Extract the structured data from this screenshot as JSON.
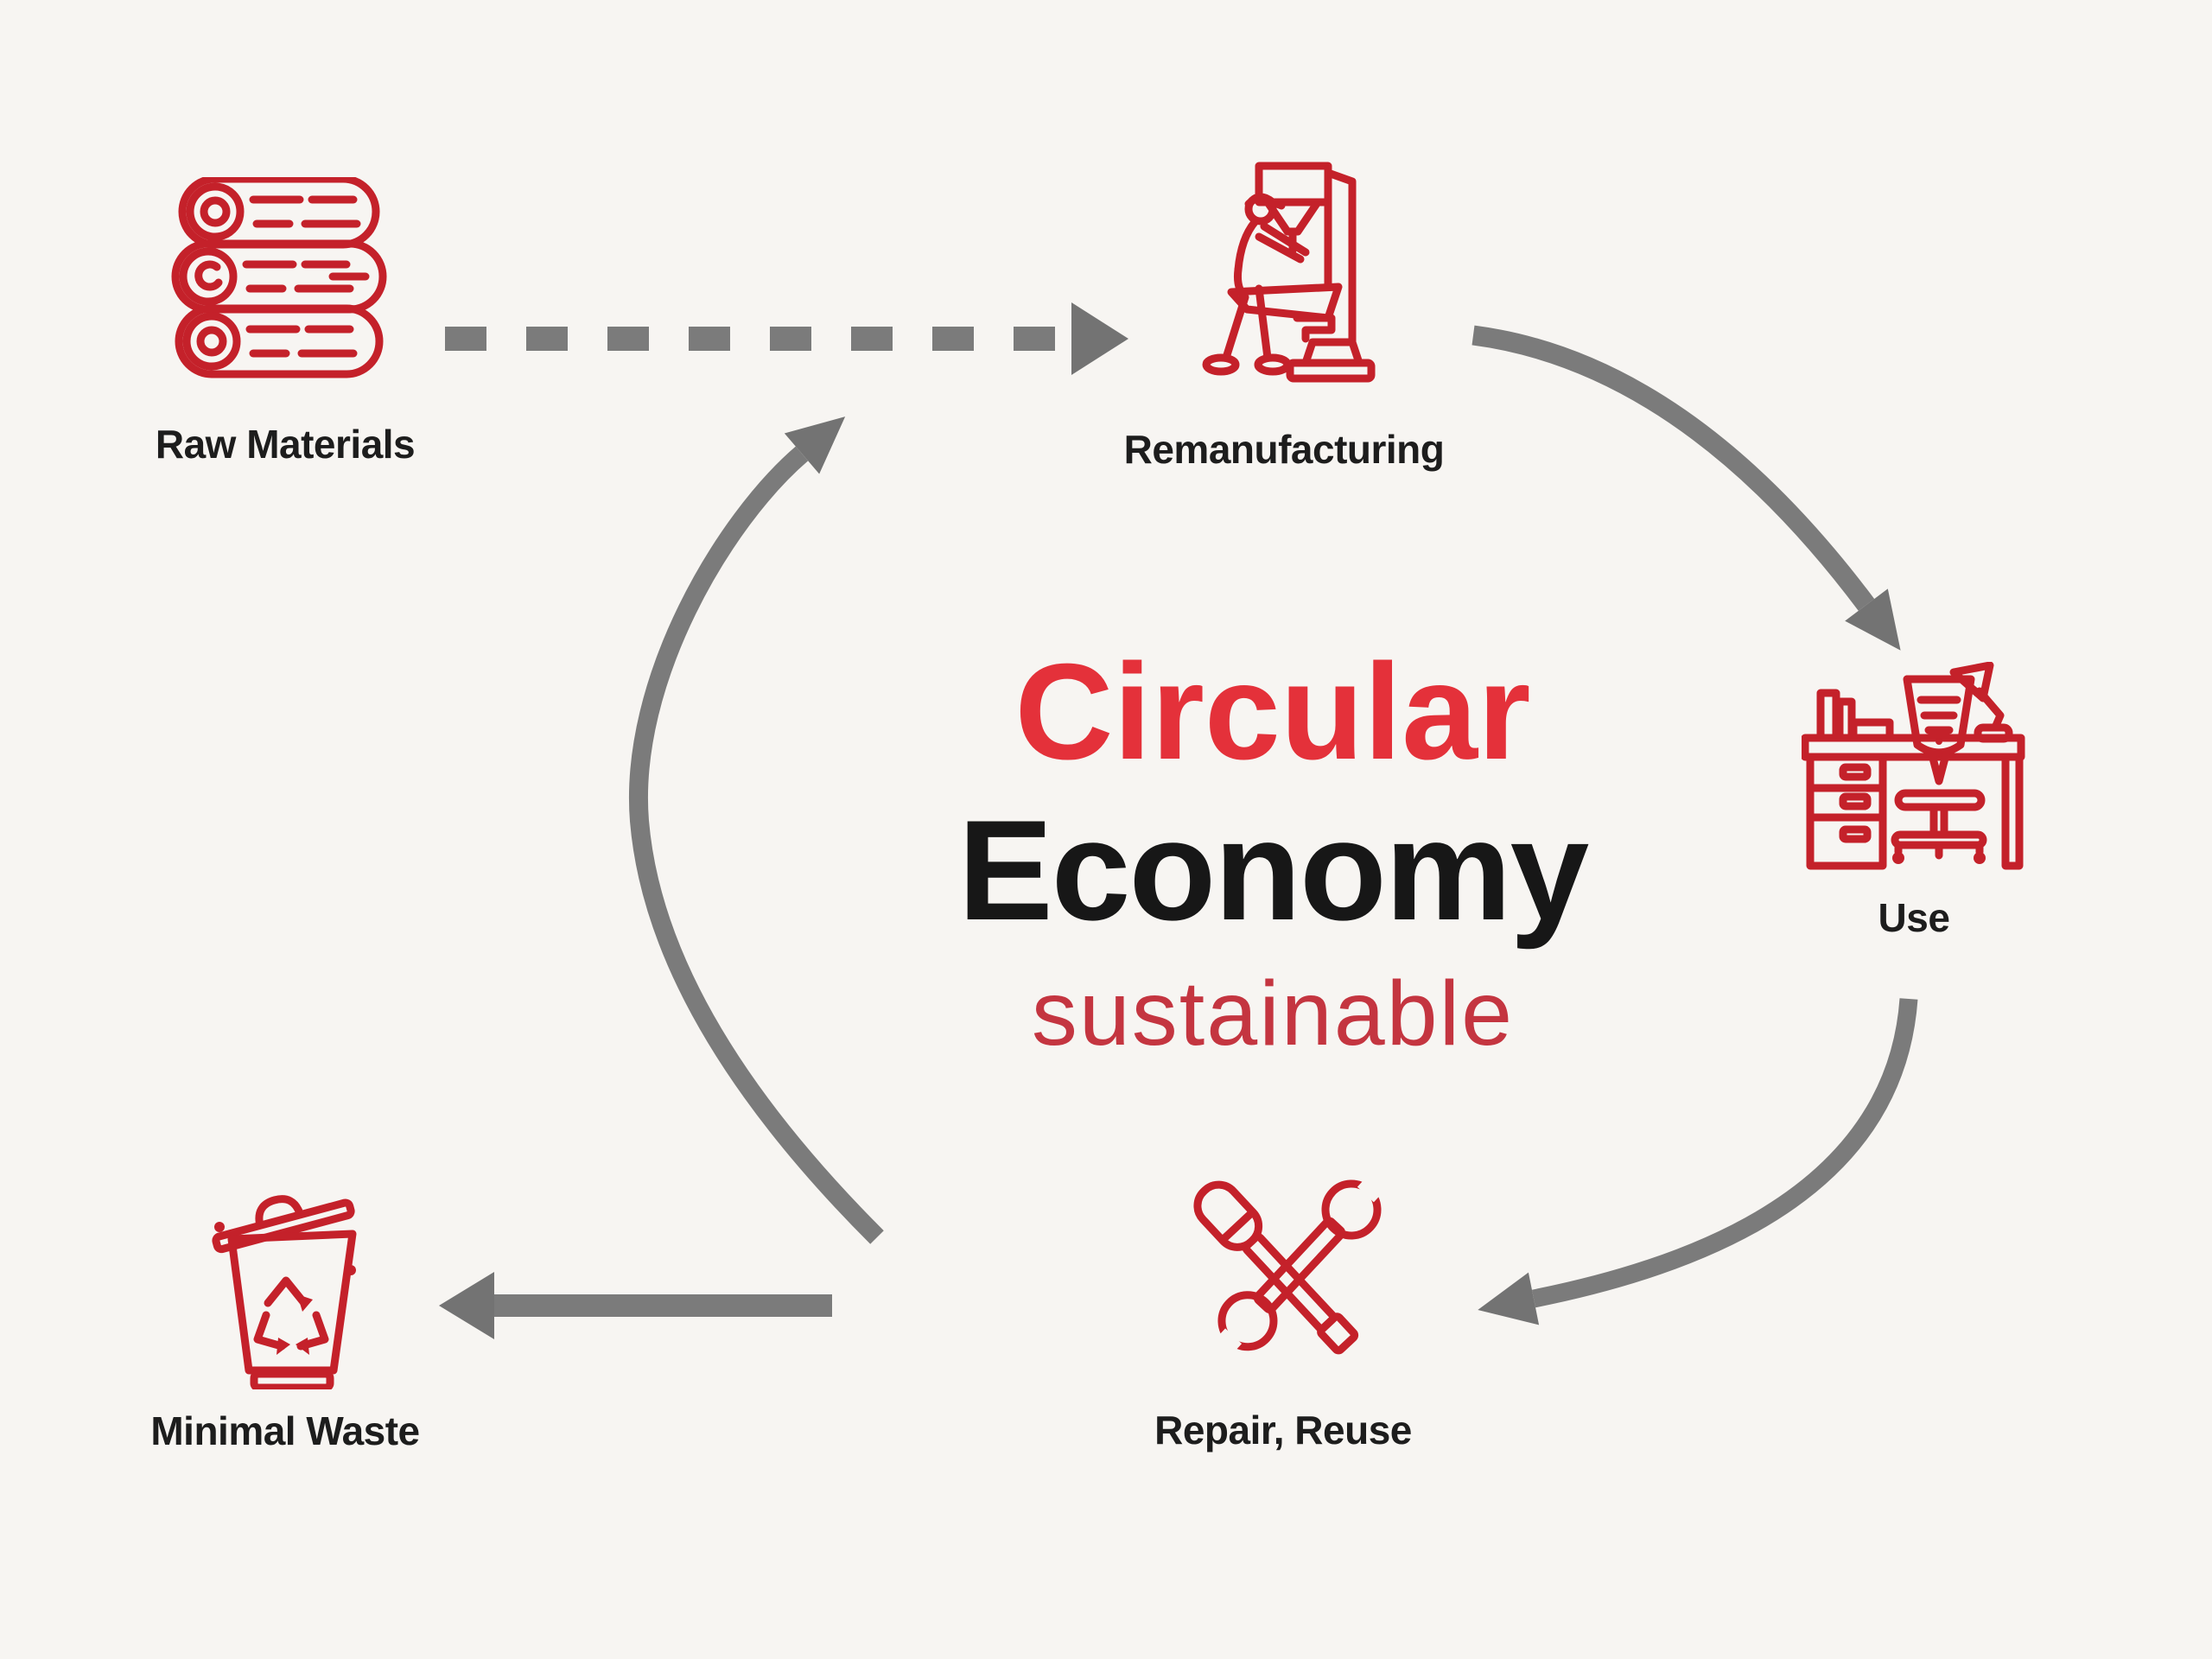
{
  "title": {
    "line1": "Circular",
    "line2": "Economy",
    "line3": "sustainable"
  },
  "nodes": [
    {
      "id": "raw-materials",
      "label": "Raw Materials",
      "icon": "logs-icon"
    },
    {
      "id": "remanufacturing",
      "label": "Remanufacturing",
      "icon": "worker-machine-icon"
    },
    {
      "id": "use",
      "label": "Use",
      "icon": "desk-workspace-icon"
    },
    {
      "id": "repair-reuse",
      "label": "Repair, Reuse",
      "icon": "crossed-tools-icon"
    },
    {
      "id": "minimal-waste",
      "label": "Minimal Waste",
      "icon": "trash-recycle-icon"
    }
  ],
  "flow": [
    {
      "from": "Raw Materials",
      "to": "Remanufacturing",
      "style": "dashed-straight"
    },
    {
      "from": "Remanufacturing",
      "to": "Use",
      "style": "curved"
    },
    {
      "from": "Use",
      "to": "Repair, Reuse",
      "style": "curved"
    },
    {
      "from": "Repair, Reuse",
      "to": "Minimal Waste",
      "style": "solid-straight"
    },
    {
      "from": "Repair, Reuse",
      "to": "Remanufacturing",
      "style": "curved"
    }
  ],
  "colors": {
    "accent_red": "#c4212a",
    "title_red": "#e4313a",
    "economy_black": "#171717",
    "sustainable_red": "#c43540",
    "label_black": "#1d1d1d",
    "arrow_gray": "#7b7b7b",
    "arrow_head": "#737373",
    "background": "#f7f5f2"
  }
}
